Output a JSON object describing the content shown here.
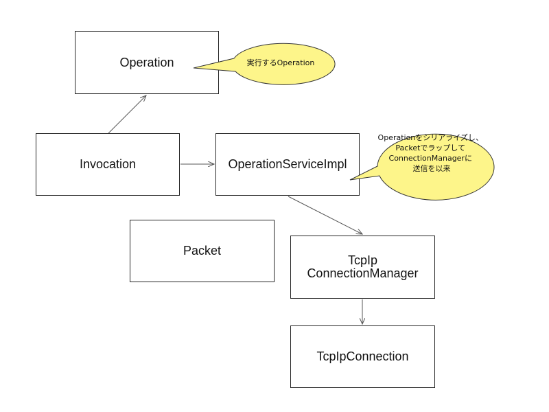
{
  "boxes": {
    "operation": "Operation",
    "invocation": "Invocation",
    "operation_service_impl": "OperationServiceImpl",
    "packet": "Packet",
    "tcpip_connection_manager": [
      "TcpIp",
      "ConnectionManager"
    ],
    "tcpip_connection": "TcpIpConnection"
  },
  "notes": {
    "operation_note": [
      "実行するOperation"
    ],
    "service_note": [
      "Operationをシリアライズし、",
      "Packetでラップして",
      "ConnectionManagerに",
      "送信を以来"
    ]
  },
  "colors": {
    "note_fill": "#fdf58a",
    "border": "#222222",
    "arrow": "#555555"
  }
}
